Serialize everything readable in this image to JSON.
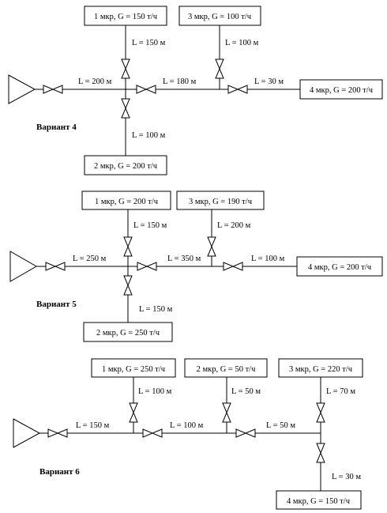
{
  "variants": [
    {
      "title": "Вариант 4",
      "consumers": [
        "1 мкр, G = 150 т/ч",
        "3 мкр, G = 100 т/ч",
        "4 мкр, G = 200 т/ч",
        "2 мкр, G = 200 т/ч"
      ],
      "lengths": [
        "L = 200 м",
        "L = 180 м",
        "L = 30 м",
        "L = 150 м",
        "L = 100 м",
        "L = 100 м"
      ]
    },
    {
      "title": "Вариант 5",
      "consumers": [
        "1 мкр, G = 200 т/ч",
        "3 мкр, G = 190 т/ч",
        "4 мкр, G = 200 т/ч",
        "2 мкр, G = 250 т/ч"
      ],
      "lengths": [
        "L = 250 м",
        "L = 350 м",
        "L = 100 м",
        "L = 150 м",
        "L = 200 м",
        "L = 150 м"
      ]
    },
    {
      "title": "Вариант 6",
      "consumers": [
        "1 мкр, G = 250 т/ч",
        "2 мкр, G = 50 т/ч",
        "3 мкр, G = 220 т/ч",
        "4 мкр, G = 150 т/ч"
      ],
      "lengths": [
        "L = 150 м",
        "L = 100 м",
        "L = 50 м",
        "L = 100 м",
        "L = 50 м",
        "L = 70 м",
        "L = 30 м"
      ]
    }
  ]
}
